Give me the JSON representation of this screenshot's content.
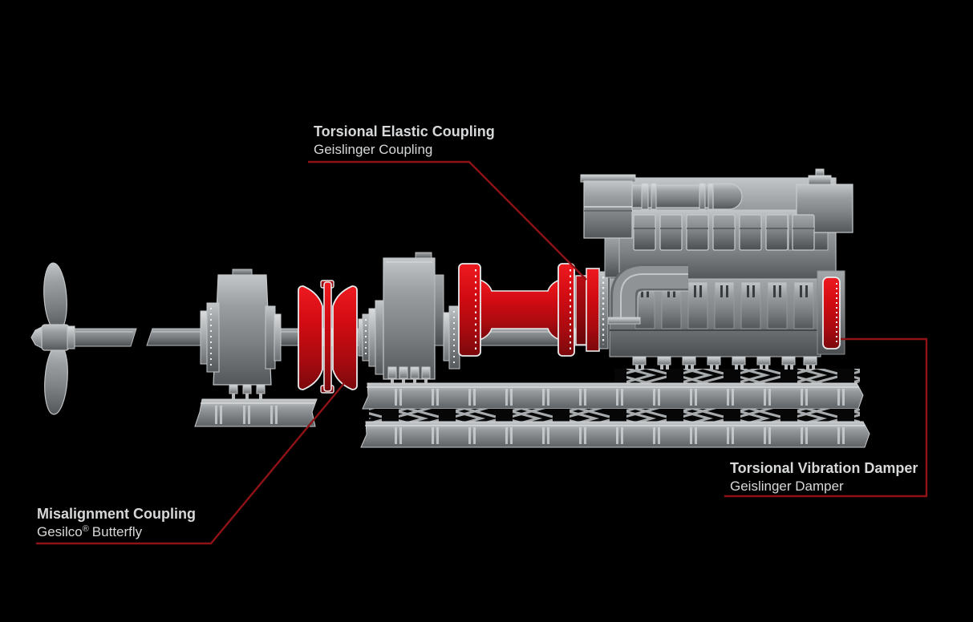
{
  "diagram": {
    "type": "marine-propulsion-drivetrain-illustration",
    "labels": {
      "elastic_coupling": {
        "title": "Torsional Elastic Coupling",
        "subtitle": "Geislinger Coupling"
      },
      "misalignment_coupling": {
        "title": "Misalignment Coupling",
        "subtitle_brand": "Gesilco",
        "subtitle_reg": "®",
        "subtitle_rest": "Butterfly"
      },
      "vibration_damper": {
        "title": "Torsional Vibration Damper",
        "subtitle": "Geislinger Damper"
      }
    },
    "colors": {
      "background": "#000000",
      "accent_red": "#d20b12",
      "connector_red": "#8e1216",
      "label_text": "#d7d8d9",
      "machine_grey": "#8b8f91",
      "red_outline": "#e9eaeb"
    }
  }
}
